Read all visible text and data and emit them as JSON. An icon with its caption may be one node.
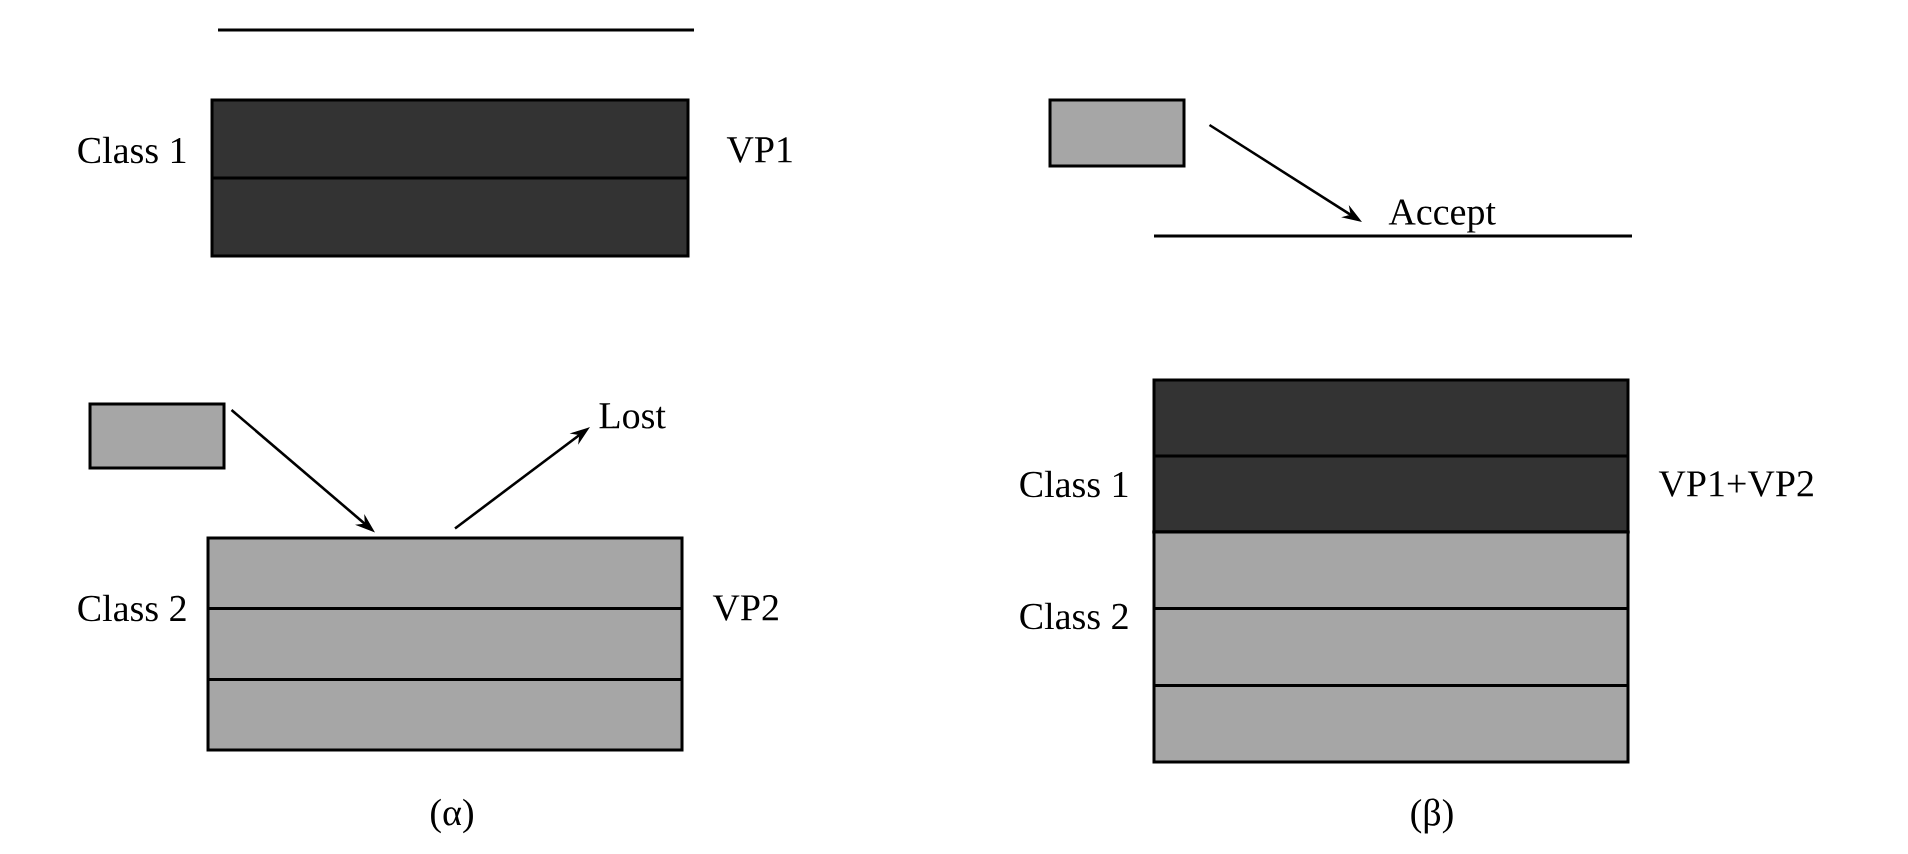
{
  "diagram": {
    "nodes": [
      {
        "text": [],
        "shape": "box",
        "beside": [
          "Class 1",
          "VP1"
        ]
      },
      {
        "text": [],
        "shape": "box"
      },
      {
        "text": [],
        "shape": "box",
        "beside": [
          "Class 2",
          "VP2"
        ]
      },
      {
        "text": [
          "Lost"
        ]
      },
      {
        "text": [],
        "shape": "box"
      },
      {
        "text": [
          "Accept"
        ]
      },
      {
        "text": [],
        "shape": "box",
        "beside": [
          "Class 1",
          "VP1+VP2"
        ]
      },
      {
        "text": [],
        "shape": "box",
        "beside": [
          "Class 2"
        ]
      }
    ],
    "edges": [
      {
        "from": 1,
        "to": 2,
        "arrow": "to"
      },
      {
        "from": 2,
        "to": 3,
        "arrow": "to"
      },
      {
        "from": 4,
        "to": 5,
        "arrow": "to"
      }
    ],
    "labels": [
      "(α)",
      "(β)"
    ]
  }
}
